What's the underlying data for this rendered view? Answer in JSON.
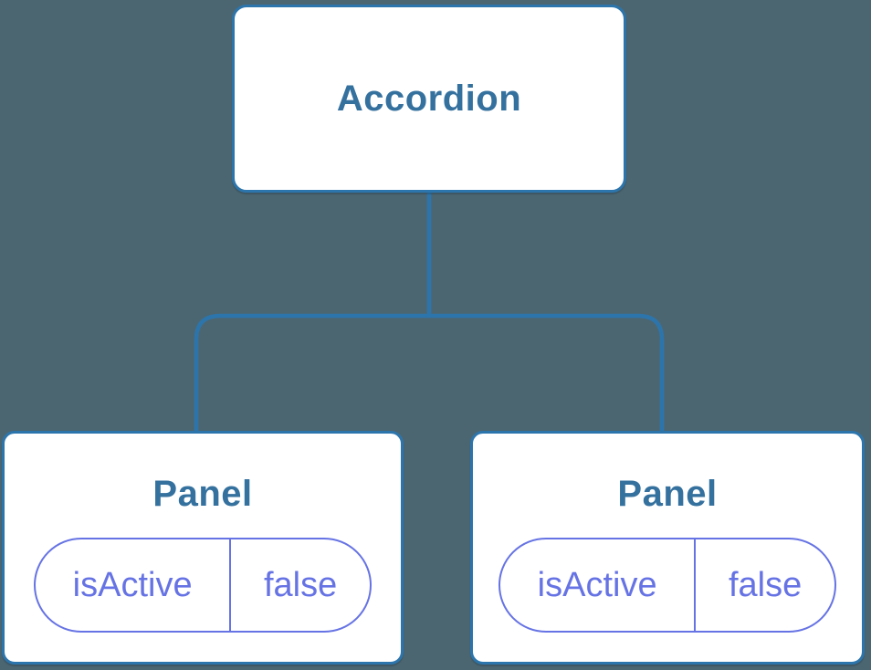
{
  "diagram": {
    "type": "component-tree",
    "colors": {
      "background": "#4c6671",
      "connector_line": "#2c75ac",
      "box_border": "#2c75ac",
      "box_fill": "#ffffff",
      "component_label_text": "#35719e",
      "state_pill_border_and_text": "#6673e4"
    },
    "root": {
      "label": "Accordion"
    },
    "children": [
      {
        "label": "Panel",
        "state": {
          "name": "isActive",
          "value": "false"
        }
      },
      {
        "label": "Panel",
        "state": {
          "name": "isActive",
          "value": "false"
        }
      }
    ]
  }
}
